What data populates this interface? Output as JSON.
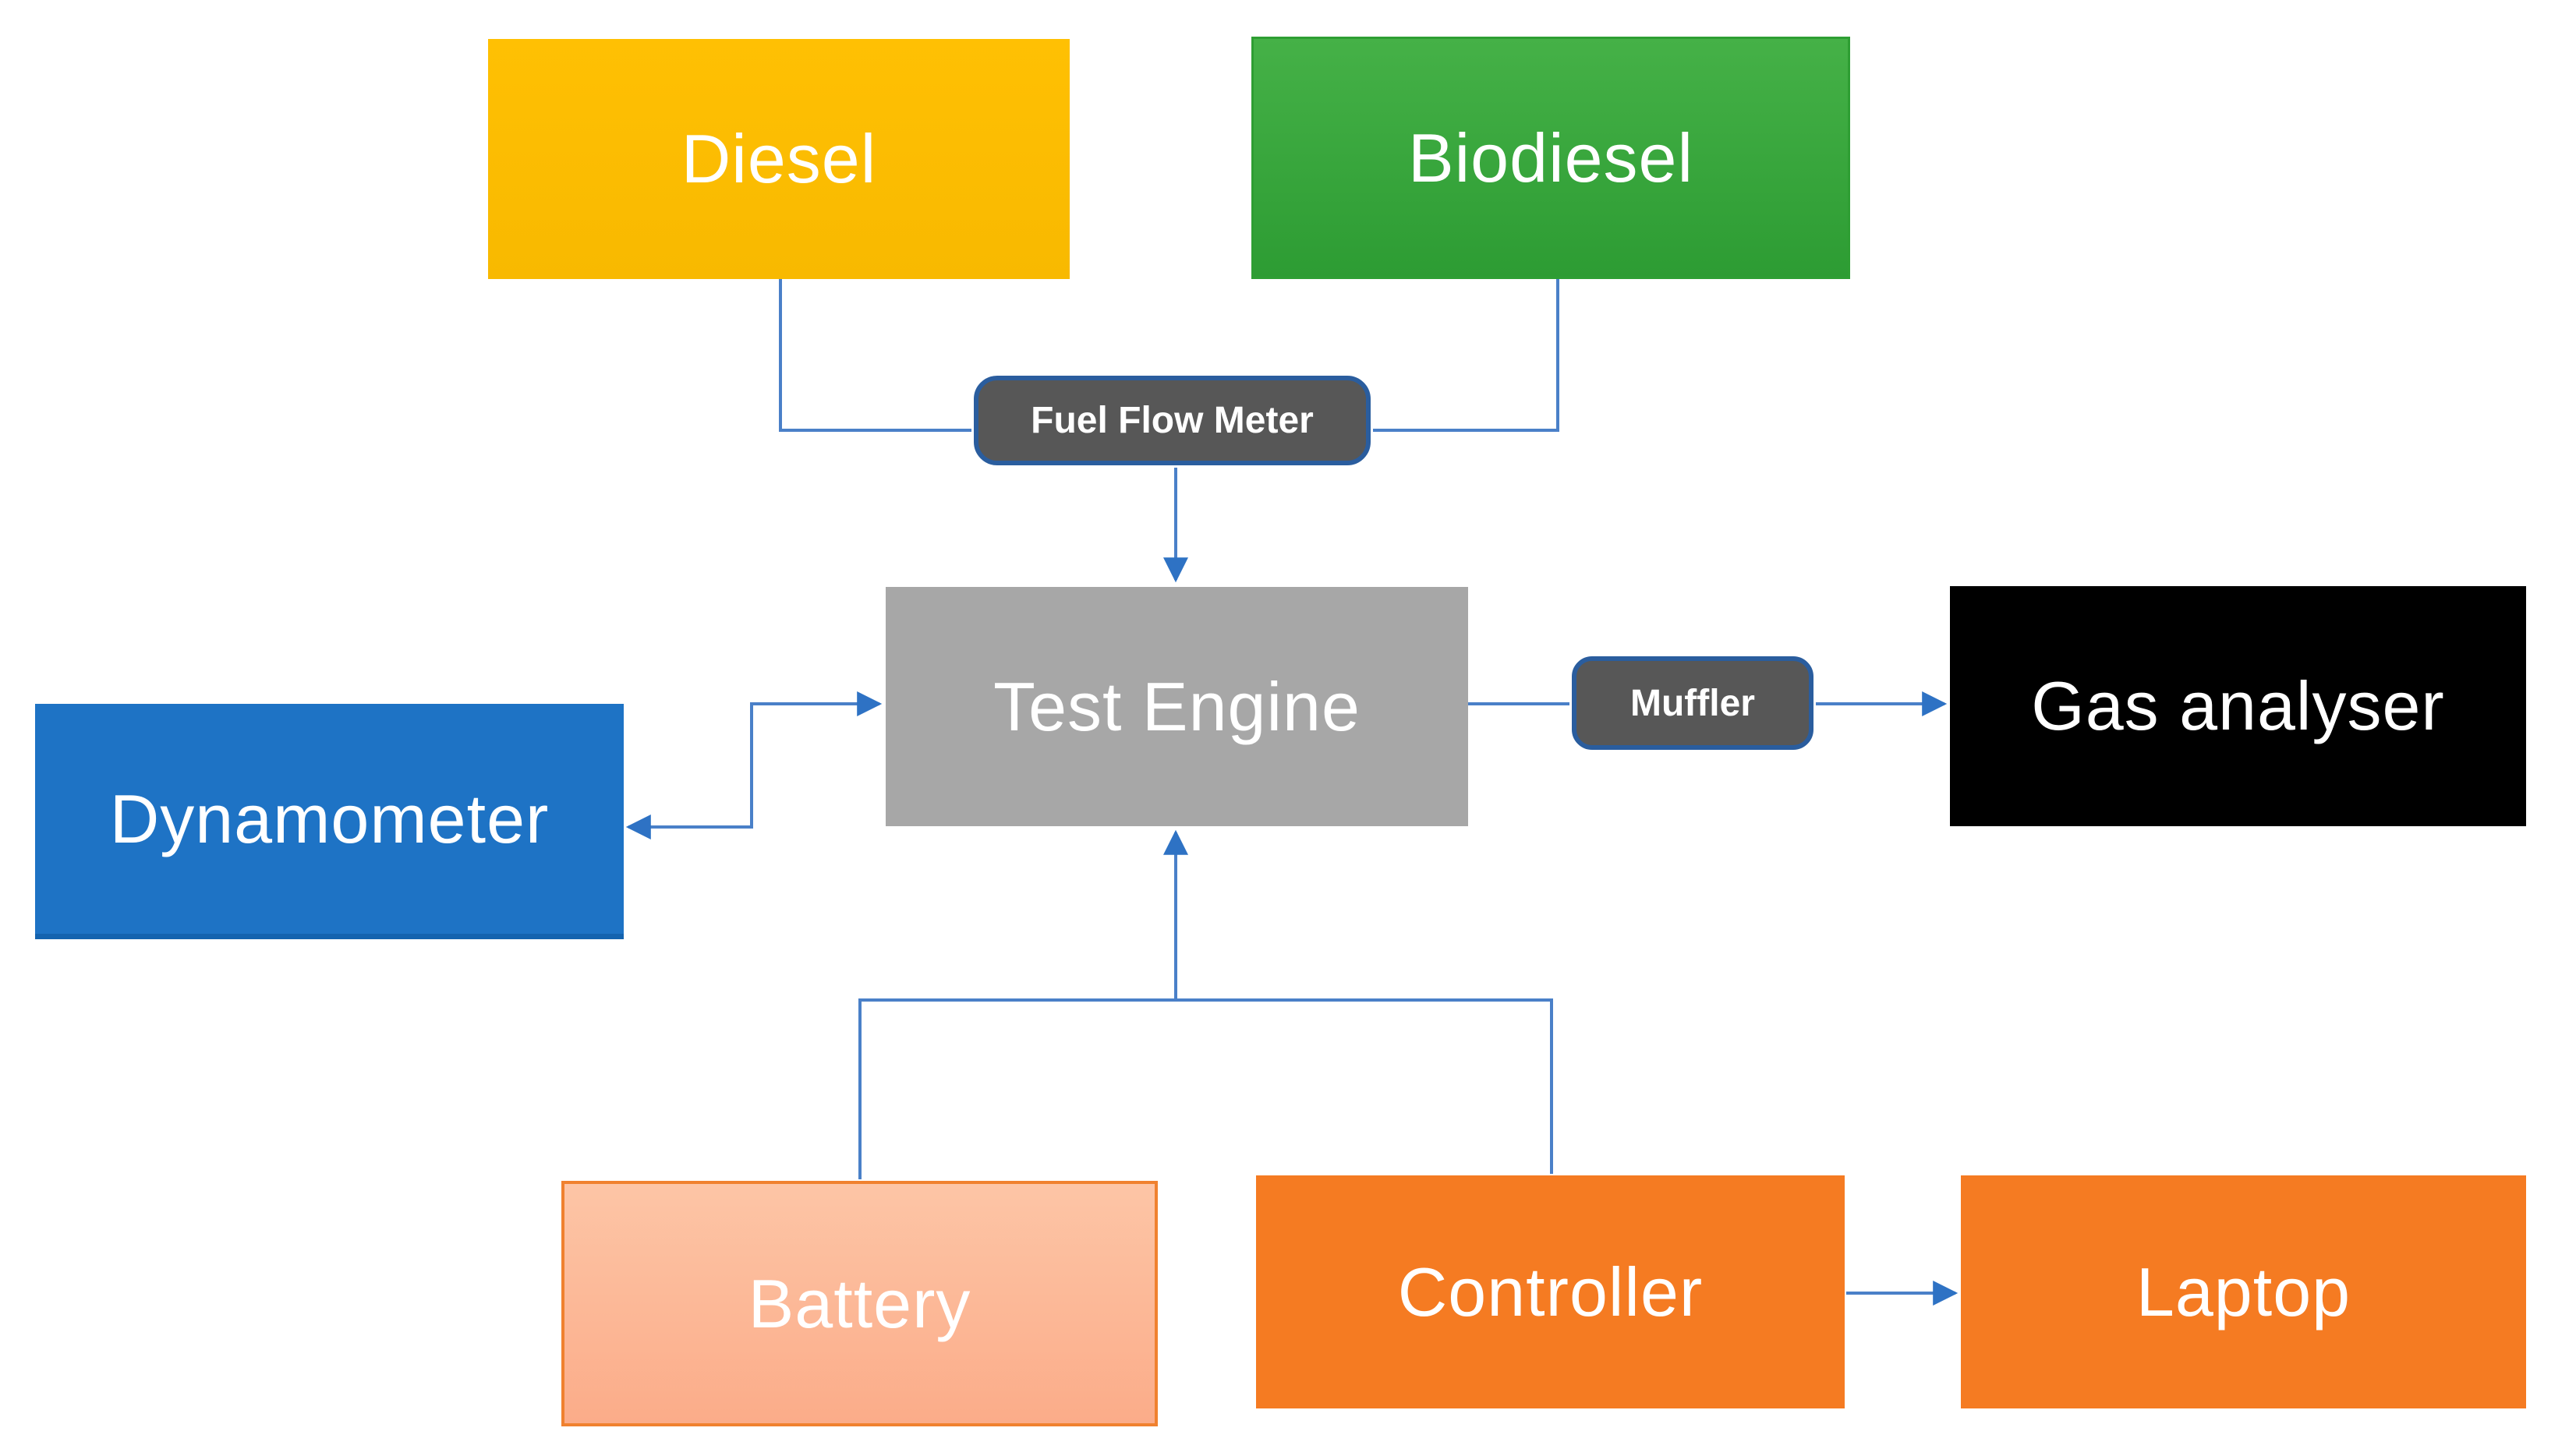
{
  "nodes": {
    "diesel": {
      "label": "Diesel"
    },
    "biodiesel": {
      "label": "Biodiesel"
    },
    "fuel_flow_meter": {
      "label": "Fuel Flow Meter"
    },
    "test_engine": {
      "label": "Test Engine"
    },
    "dynamometer": {
      "label": "Dynamometer"
    },
    "muffler": {
      "label": "Muffler"
    },
    "gas_analyser": {
      "label": "Gas analyser"
    },
    "battery": {
      "label": "Battery"
    },
    "controller": {
      "label": "Controller"
    },
    "laptop": {
      "label": "Laptop"
    }
  },
  "edges": [
    {
      "from": "diesel",
      "to": "fuel_flow_meter",
      "arrow": false,
      "style": "elbow"
    },
    {
      "from": "biodiesel",
      "to": "fuel_flow_meter",
      "arrow": false,
      "style": "elbow"
    },
    {
      "from": "fuel_flow_meter",
      "to": "test_engine",
      "arrow": true,
      "style": "straight"
    },
    {
      "from": "test_engine",
      "to": "dynamometer",
      "arrow": true,
      "style": "elbow",
      "bidirectional": true
    },
    {
      "from": "test_engine",
      "to": "muffler",
      "arrow": false,
      "style": "straight"
    },
    {
      "from": "muffler",
      "to": "gas_analyser",
      "arrow": true,
      "style": "straight"
    },
    {
      "from": "battery",
      "to": "test_engine",
      "arrow": true,
      "style": "elbow"
    },
    {
      "from": "controller",
      "to": "test_engine",
      "arrow": true,
      "style": "elbow"
    },
    {
      "from": "controller",
      "to": "laptop",
      "arrow": true,
      "style": "straight"
    }
  ],
  "colors": {
    "diesel_fill": "#FFC003",
    "biodiesel_fill_top": "#45B147",
    "biodiesel_fill_bottom": "#2D9C33",
    "meter_fill": "#575757",
    "meter_border": "#2A5D9E",
    "engine_fill": "#A7A7A7",
    "dynamometer_fill": "#1E73C5",
    "gas_analyser_fill": "#000000",
    "battery_fill_top": "#FDC5A6",
    "battery_fill_bottom": "#FBAC89",
    "battery_border": "#F0812F",
    "orange_fill": "#F57B22",
    "line": "#4A80C8",
    "line_strong": "#2E72C4",
    "text": "#FFFFFF"
  }
}
